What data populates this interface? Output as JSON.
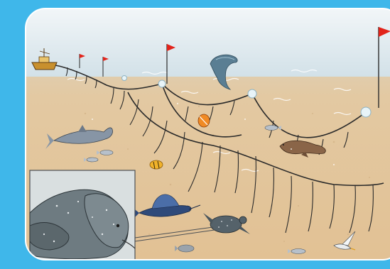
{
  "illustration": {
    "frame_color": "#3fb7ea",
    "sea_surface_color": "#d9e6ec",
    "sea_floor_color": "#e6c79e",
    "line_color": "#2a2a2a",
    "flag_color": "#e2231a",
    "elements": [
      "fishing-boat",
      "longline-mainline",
      "branch-lines",
      "buoy-flags",
      "float-buoys",
      "dolphin",
      "shark",
      "sailfish",
      "leatherback-turtle",
      "seal",
      "seabird",
      "small-fish",
      "turtle-closeup-inset"
    ]
  }
}
